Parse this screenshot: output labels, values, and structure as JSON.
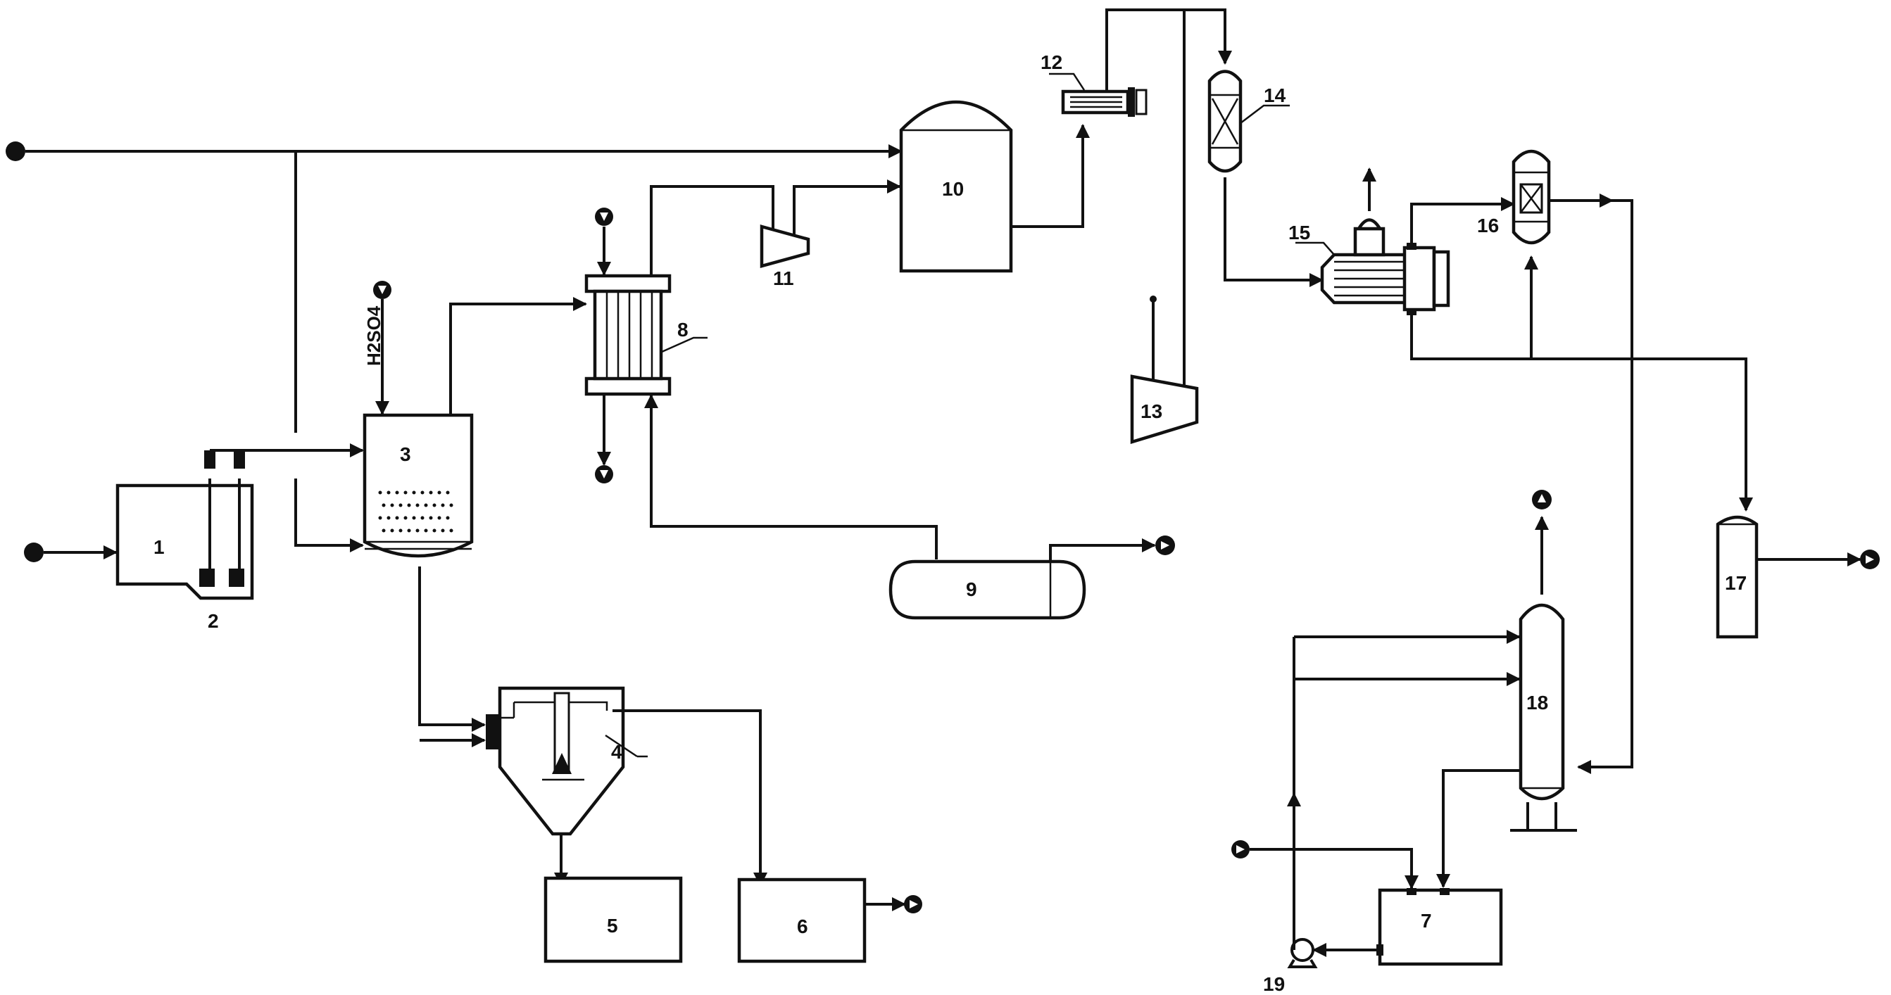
{
  "diagram": {
    "labels": {
      "n1": "1",
      "n2": "2",
      "n3": "3",
      "n4": "4",
      "n5": "5",
      "n6": "6",
      "n7": "7",
      "n8": "8",
      "n9": "9",
      "n10": "10",
      "n11": "11",
      "n12": "12",
      "n13": "13",
      "n14": "14",
      "n15": "15",
      "n16": "16",
      "n17": "17",
      "n18": "18",
      "n19": "19",
      "h2so4": "H2SO4"
    }
  }
}
